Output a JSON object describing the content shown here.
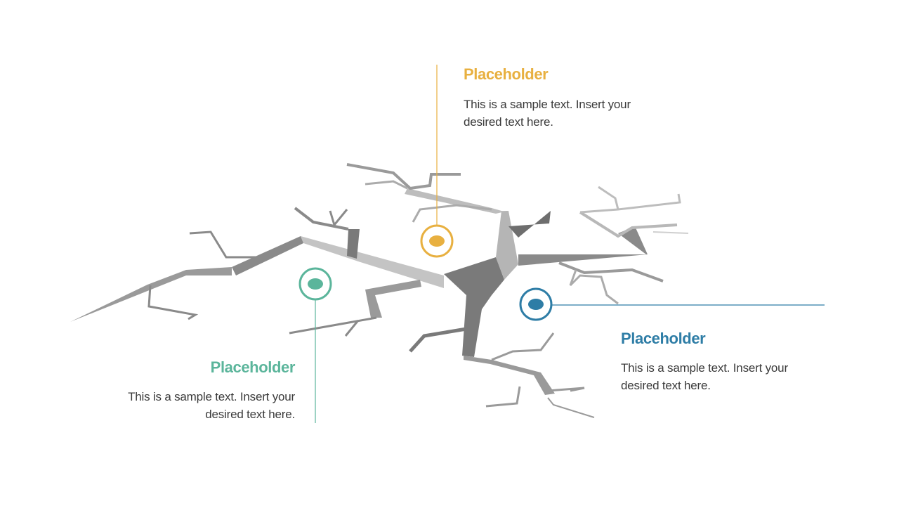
{
  "colors": {
    "gold": "#E8B040",
    "teal": "#5BB59B",
    "blue": "#2E7DA6",
    "crack_light": "#C4C4C4",
    "crack_mid": "#9A9A9A",
    "crack_dark": "#7A7A7A",
    "text": "#3A3A3A"
  },
  "callouts": {
    "top": {
      "title": "Placeholder",
      "text_line1": "This is a sample text. Insert your",
      "text_line2": "desired text here."
    },
    "right": {
      "title": "Placeholder",
      "text_line1": "This is a sample text. Insert your",
      "text_line2": "desired text here."
    },
    "left": {
      "title": "Placeholder",
      "text_line1": "This is a sample text. Insert your",
      "text_line2": "desired text here."
    }
  },
  "icons": {
    "crack": "ground-crack-illustration",
    "marker": "target-marker-icon"
  }
}
